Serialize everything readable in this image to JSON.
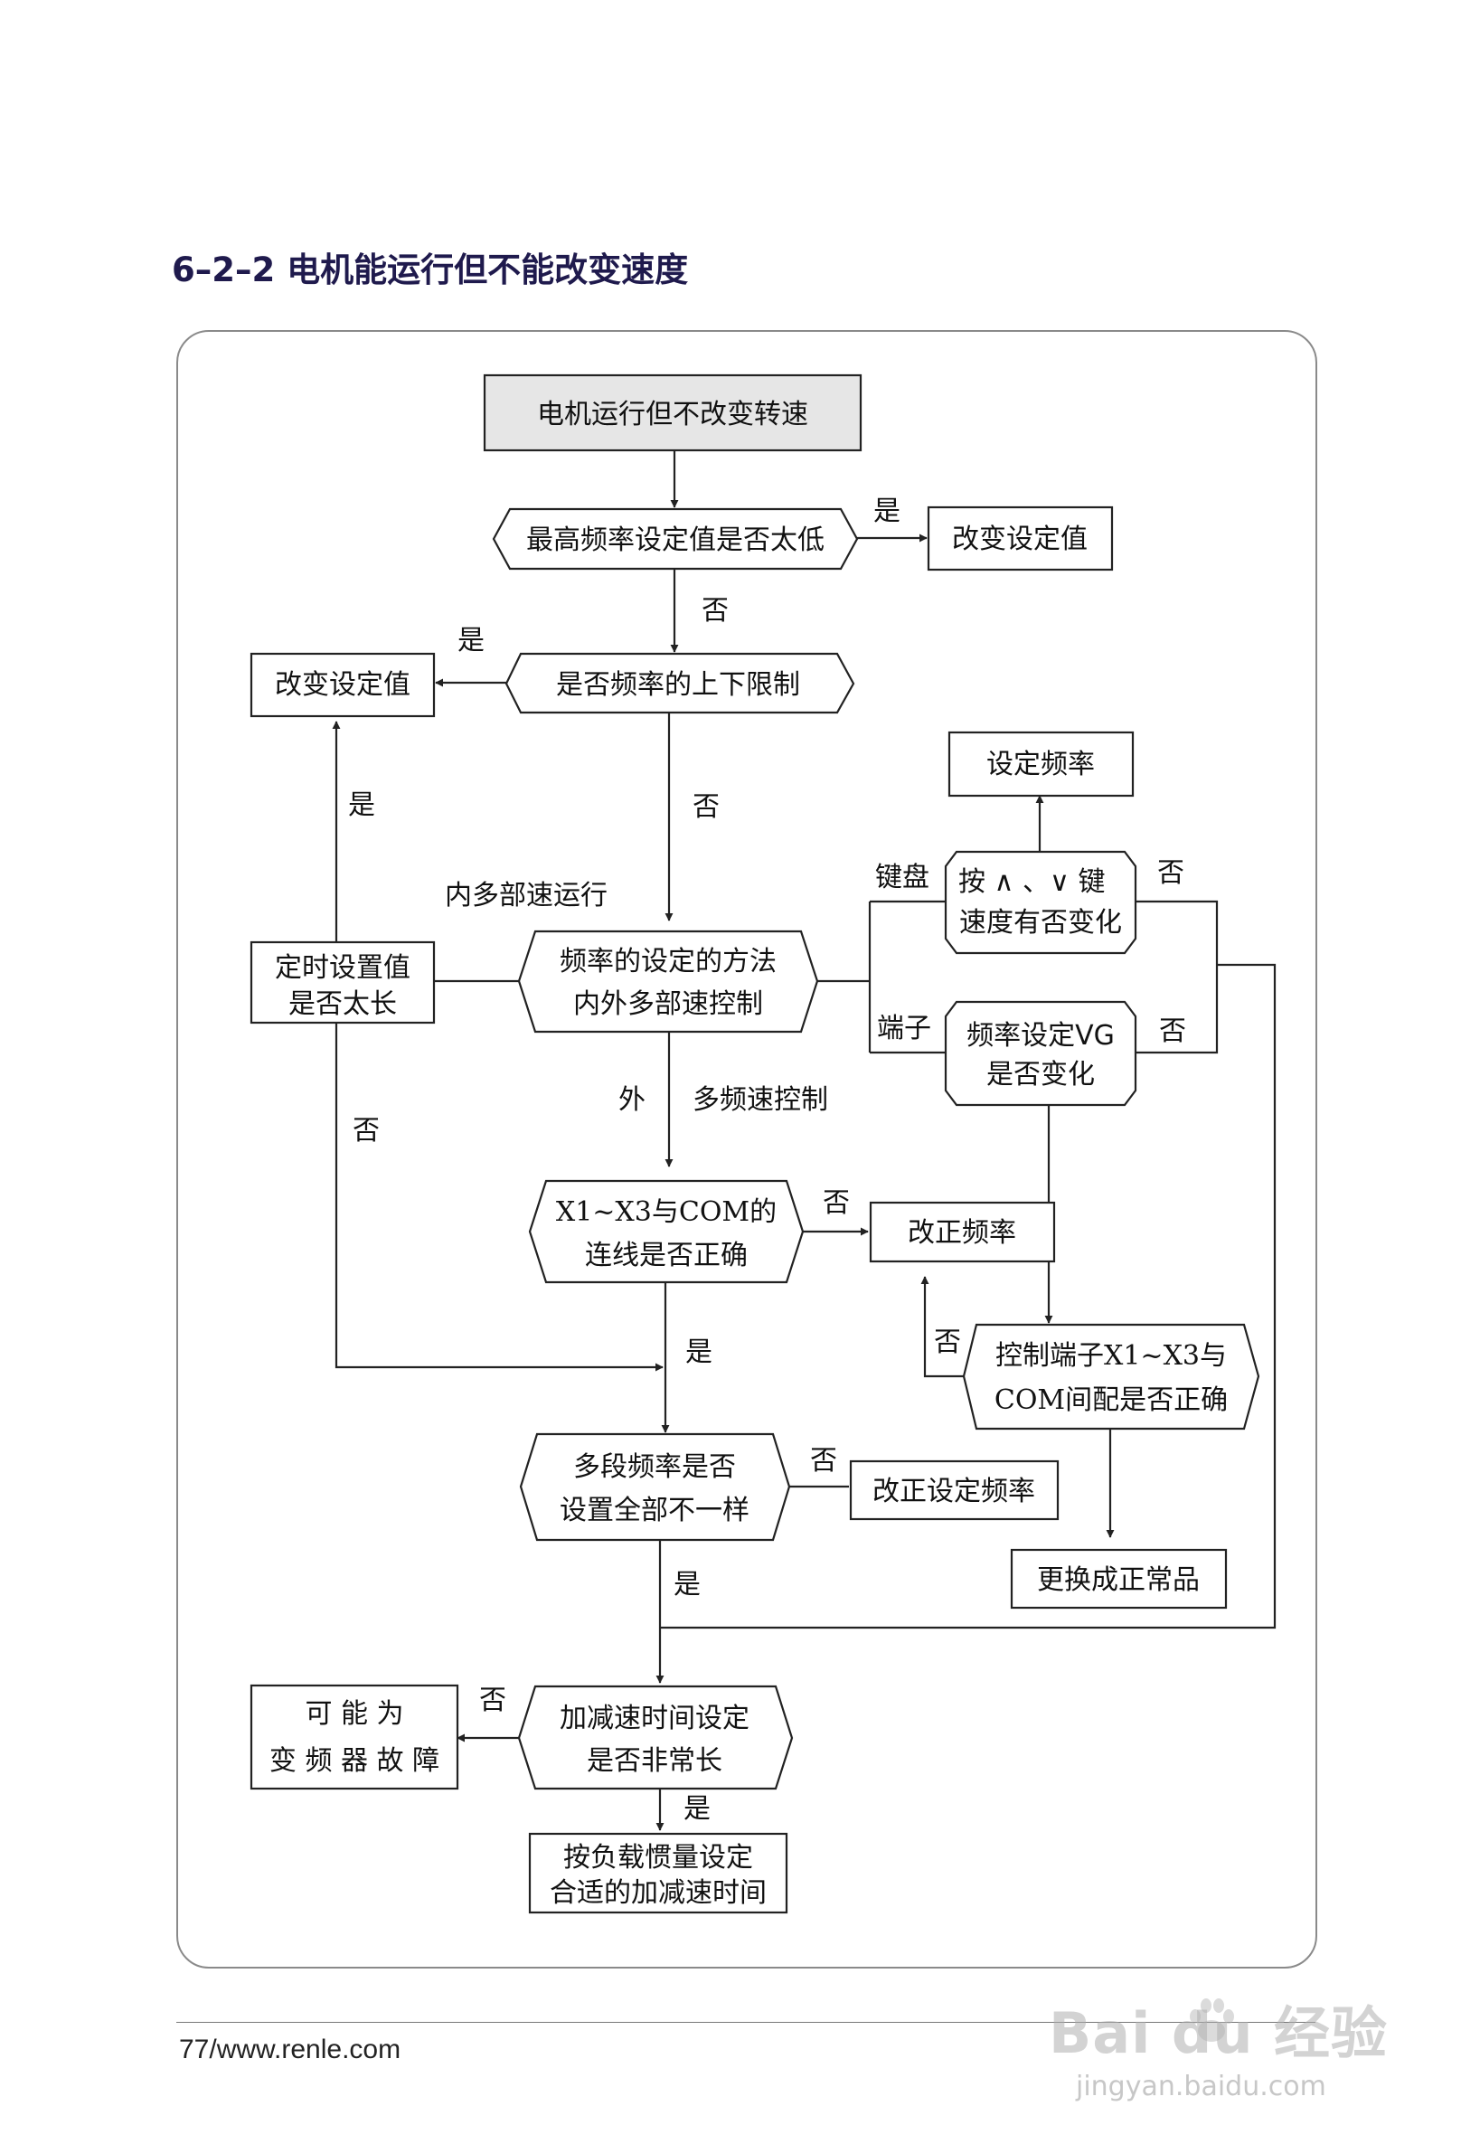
{
  "page": {
    "title": "6–2–2 电机能运行但不能改变速度",
    "footer": "77/www.renle.com"
  },
  "diagram": {
    "nodes": {
      "start": "电机运行但不改变转速",
      "max_freq_low": "最高频率设定值是否太低",
      "change_setting_1": "改变设定值",
      "freq_limit": "是否频率的上下限制",
      "change_setting_2": "改变设定值",
      "set_freq": "设定频率",
      "keypad_check_line1": "按 ∧ 、∨ 键",
      "keypad_check_line2": "速度有否变化",
      "timer_check_line1": "定时设置值",
      "timer_check_line2": "是否太长",
      "freq_method_line1": "频率的设定的方法",
      "freq_method_line2": "内外多部速控制",
      "vg_check_line1": "频率设定VG",
      "vg_check_line2": "是否变化",
      "x1x3_wiring_line1": "X1~X3与COM的",
      "x1x3_wiring_line2": "连线是否正确",
      "correct_freq": "改正频率",
      "ctrl_terminal_line1": "控制端子X1~X3与",
      "ctrl_terminal_line2": "COM间配是否正确",
      "multi_step_line1": "多段频率是否",
      "multi_step_line2": "设置全部不一样",
      "correct_set_freq": "改正设定频率",
      "replace_part": "更换成正常品",
      "accel_check_line1": "加减速时间设定",
      "accel_check_line2": "是否非常长",
      "inverter_fault_line1": "可 能 为",
      "inverter_fault_line2": "变 频 器 故 障",
      "set_by_inertia_line1": "按负载惯量设定",
      "set_by_inertia_line2": "合适的加减速时间"
    },
    "labels": {
      "yes_1": "是",
      "no_1": "否",
      "yes_2": "是",
      "no_2": "否",
      "yes_3": "是",
      "internal_multi": "内多部速运行",
      "keypad": "键盘",
      "no_keypad": "否",
      "terminal": "端子",
      "no_vg": "否",
      "no_timer": "否",
      "external": "外",
      "multi_freq_ctrl": "多频速控制",
      "no_wiring": "否",
      "yes_wiring": "是",
      "no_terminal": "否",
      "no_multi": "否",
      "yes_multi": "是",
      "no_accel": "否",
      "yes_accel": "是"
    }
  },
  "watermark": {
    "logo": "Bai du 经验",
    "url": "jingyan.baidu.com"
  },
  "colors": {
    "title": "#1f1a4d",
    "start_fill": "#e6e6e6",
    "line": "#222222",
    "frame": "#8a8a8a"
  }
}
